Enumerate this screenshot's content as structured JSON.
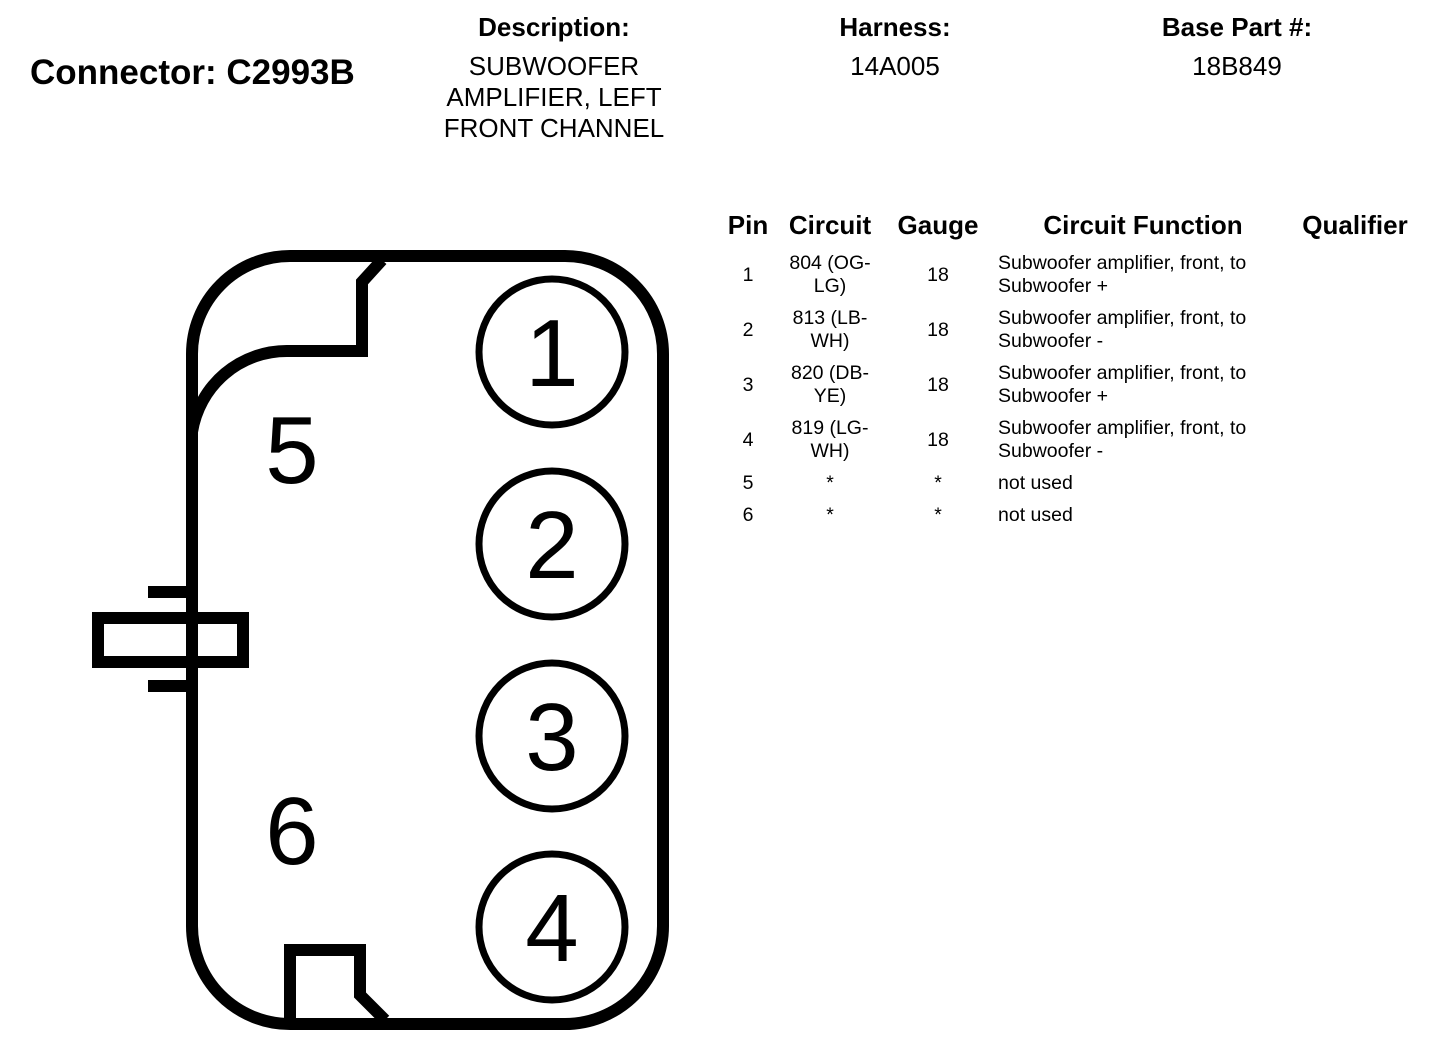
{
  "connector": {
    "title": "Connector: C2993B"
  },
  "header": {
    "description_label": "Description:",
    "description_value": "SUBWOOFER AMPLIFIER, LEFT FRONT CHANNEL",
    "harness_label": "Harness:",
    "harness_value": "14A005",
    "base_part_label": "Base Part #:",
    "base_part_value": "18B849"
  },
  "diagram": {
    "pins": [
      {
        "label": "1"
      },
      {
        "label": "2"
      },
      {
        "label": "3"
      },
      {
        "label": "4"
      },
      {
        "label": "5"
      },
      {
        "label": "6"
      }
    ]
  },
  "table": {
    "columns": [
      "Pin",
      "Circuit",
      "Gauge",
      "Circuit Function",
      "Qualifier"
    ],
    "rows": [
      {
        "pin": "1",
        "circuit": "804 (OG-LG)",
        "gauge": "18",
        "function": "Subwoofer amplifier, front, to Subwoofer +",
        "qualifier": ""
      },
      {
        "pin": "2",
        "circuit": "813 (LB-WH)",
        "gauge": "18",
        "function": "Subwoofer amplifier, front, to Subwoofer -",
        "qualifier": ""
      },
      {
        "pin": "3",
        "circuit": "820 (DB-YE)",
        "gauge": "18",
        "function": "Subwoofer amplifier, front, to Subwoofer +",
        "qualifier": ""
      },
      {
        "pin": "4",
        "circuit": "819 (LG-WH)",
        "gauge": "18",
        "function": "Subwoofer amplifier, front, to Subwoofer -",
        "qualifier": ""
      },
      {
        "pin": "5",
        "circuit": "*",
        "gauge": "*",
        "function": "not used",
        "qualifier": ""
      },
      {
        "pin": "6",
        "circuit": "*",
        "gauge": "*",
        "function": "not used",
        "qualifier": ""
      }
    ]
  }
}
